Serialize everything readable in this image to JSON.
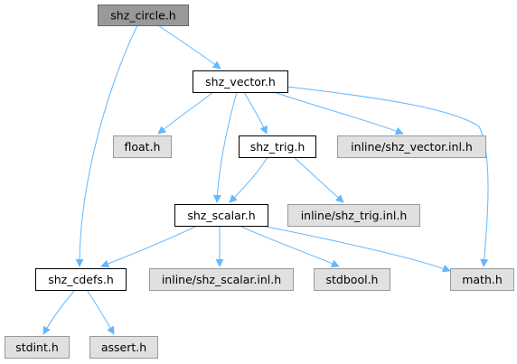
{
  "diagram": {
    "colors": {
      "edge": "#63b8ff",
      "focus_fill": "#999999",
      "node_fill": "#ffffff",
      "system_fill": "#e0e0e0",
      "border": "#000000",
      "system_border": "#999999"
    },
    "nodes": [
      {
        "id": "shz_circle",
        "label": "shz_circle.h",
        "kind": "focus"
      },
      {
        "id": "shz_vector",
        "label": "shz_vector.h",
        "kind": "local"
      },
      {
        "id": "float",
        "label": "float.h",
        "kind": "system"
      },
      {
        "id": "shz_trig",
        "label": "shz_trig.h",
        "kind": "local"
      },
      {
        "id": "vector_inl",
        "label": "inline/shz_vector.inl.h",
        "kind": "system"
      },
      {
        "id": "shz_scalar",
        "label": "shz_scalar.h",
        "kind": "local"
      },
      {
        "id": "trig_inl",
        "label": "inline/shz_trig.inl.h",
        "kind": "system"
      },
      {
        "id": "shz_cdefs",
        "label": "shz_cdefs.h",
        "kind": "local"
      },
      {
        "id": "scalar_inl",
        "label": "inline/shz_scalar.inl.h",
        "kind": "system"
      },
      {
        "id": "stdbool",
        "label": "stdbool.h",
        "kind": "system"
      },
      {
        "id": "math",
        "label": "math.h",
        "kind": "system"
      },
      {
        "id": "stdint",
        "label": "stdint.h",
        "kind": "system"
      },
      {
        "id": "assert",
        "label": "assert.h",
        "kind": "system"
      }
    ],
    "edges": [
      {
        "from": "shz_circle",
        "to": "shz_vector"
      },
      {
        "from": "shz_circle",
        "to": "shz_cdefs"
      },
      {
        "from": "shz_vector",
        "to": "float"
      },
      {
        "from": "shz_vector",
        "to": "shz_trig"
      },
      {
        "from": "shz_vector",
        "to": "vector_inl"
      },
      {
        "from": "shz_vector",
        "to": "shz_scalar"
      },
      {
        "from": "shz_vector",
        "to": "math"
      },
      {
        "from": "shz_trig",
        "to": "shz_scalar"
      },
      {
        "from": "shz_trig",
        "to": "trig_inl"
      },
      {
        "from": "shz_scalar",
        "to": "shz_cdefs"
      },
      {
        "from": "shz_scalar",
        "to": "scalar_inl"
      },
      {
        "from": "shz_scalar",
        "to": "stdbool"
      },
      {
        "from": "shz_scalar",
        "to": "math"
      },
      {
        "from": "shz_cdefs",
        "to": "stdint"
      },
      {
        "from": "shz_cdefs",
        "to": "assert"
      }
    ]
  }
}
